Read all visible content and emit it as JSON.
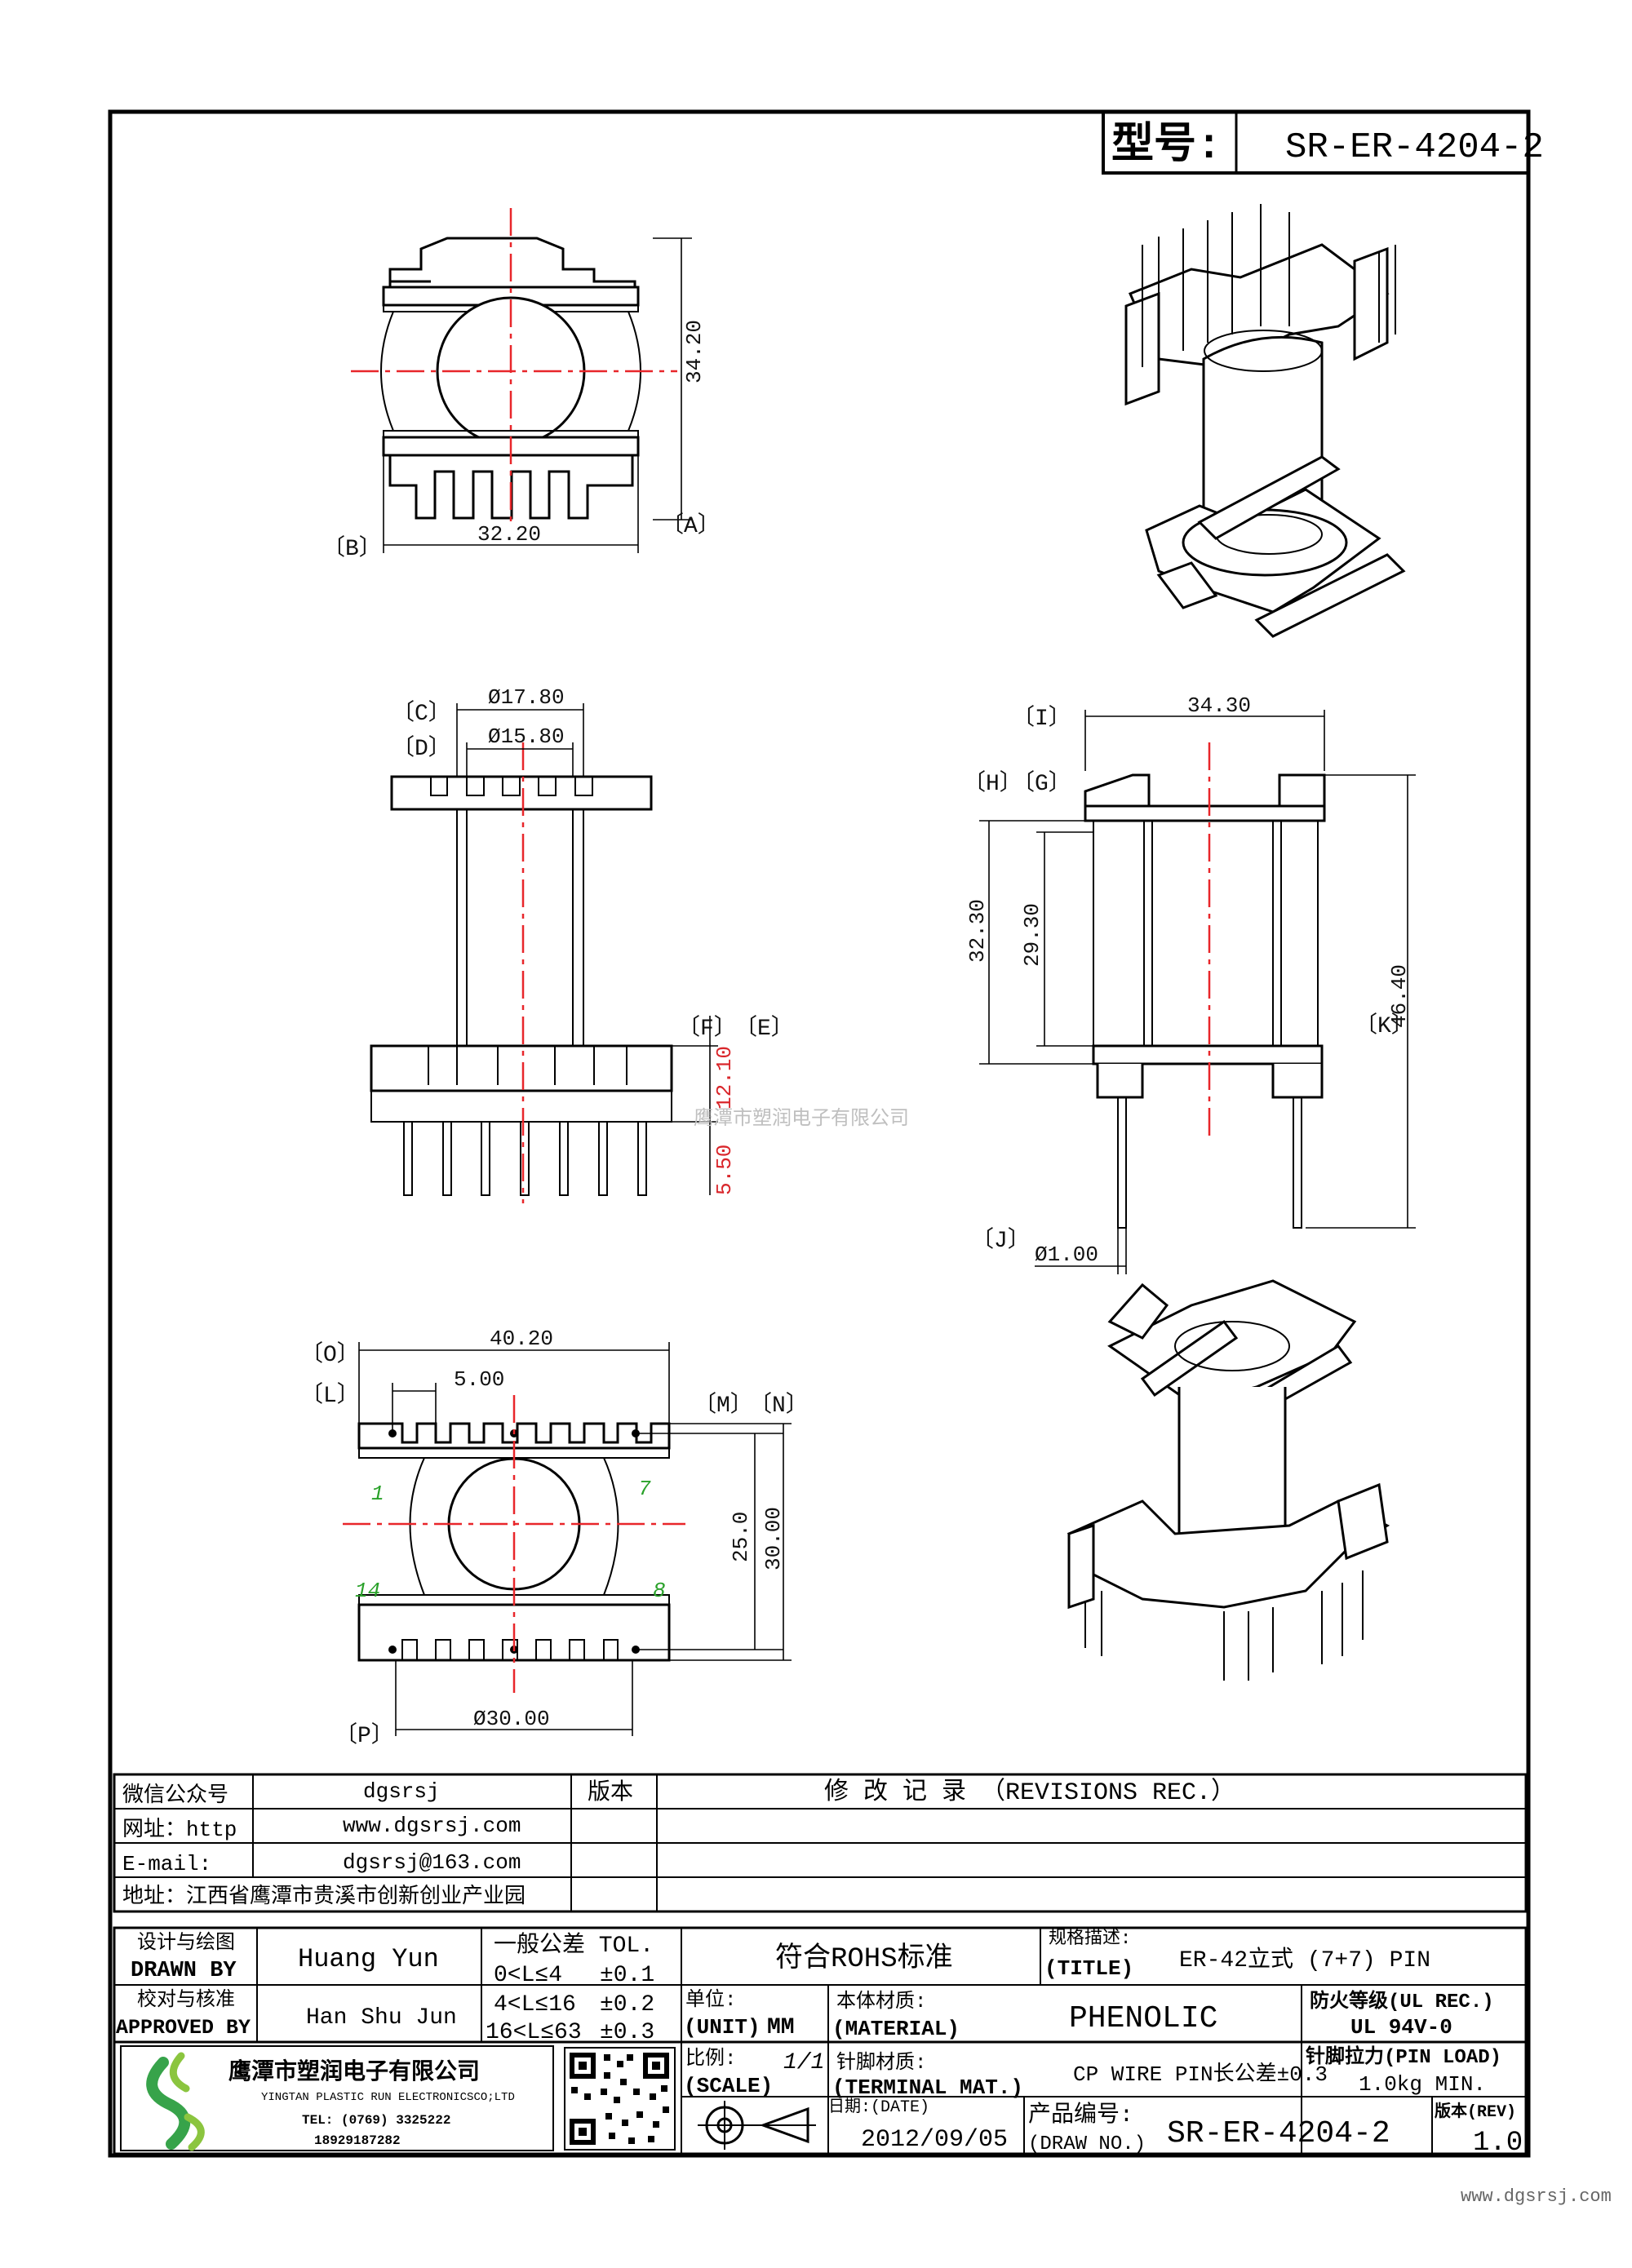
{
  "title_block": {
    "model_label": "型号:",
    "model_no": "SR-ER-4204-2",
    "watermark": "鹰潭市塑润电子有限公司",
    "footer_url": "www.dgsrsj.com"
  },
  "dims": {
    "a": "34.20",
    "b": "32.20",
    "c": "Ø17.80",
    "d": "Ø15.80",
    "e": "12.10",
    "f": "5.50",
    "i": "34.30",
    "h": "32.30",
    "g": "29.30",
    "k": "46.40",
    "j": "Ø1.00",
    "o": "40.20",
    "l": "5.00",
    "m": "25.0",
    "n": "30.00",
    "p": "Ø30.00"
  },
  "callouts": {
    "a": "〔A〕",
    "b": "〔B〕",
    "c": "〔C〕",
    "d": "〔D〕",
    "e": "〔E〕",
    "f": "〔F〕",
    "g": "〔G〕",
    "h": "〔H〕",
    "i": "〔I〕",
    "j": "〔J〕",
    "k": "〔K〕",
    "l": "〔L〕",
    "m": "〔M〕",
    "n": "〔N〕",
    "o": "〔O〕",
    "p": "〔P〕"
  },
  "pins": {
    "p1": "1",
    "p7": "7",
    "p14": "14",
    "p8": "8"
  },
  "info_table": {
    "wechat_label": "微信公众号",
    "wechat_value": "dgsrsj",
    "web_label": "网址：http",
    "web_value": "www.dgsrsj.com",
    "email_label": "E-mail:",
    "email_value": "dgsrsj@163.com",
    "address": "地址：江西省鹰潭市贵溪市创新创业产业园",
    "version_label": "版本",
    "revisions_title": "修 改 记 录 （REVISIONS REC.）"
  },
  "title_table": {
    "drawn_cn": "设计与绘图",
    "drawn_en": "DRAWN BY",
    "drawn_name": "Huang Yun",
    "approved_cn": "校对与核准",
    "approved_en": "APPROVED BY",
    "approved_name": "Han Shu Jun",
    "tol_title": "一般公差 TOL.",
    "tol_1_range": "0<L≤4",
    "tol_1_val": "±0.1",
    "tol_2_range": "4<L≤16",
    "tol_2_val": "±0.2",
    "tol_3_range": "16<L≤63",
    "tol_3_val": "±0.3",
    "rohs": "符合ROHS标准",
    "spec_cn": "规格描述:",
    "spec_en": "(TITLE)",
    "spec_value": "ER-42立式 (7+7) PIN",
    "unit_cn": "单位:",
    "unit_en": "(UNIT)",
    "unit_value": "MM",
    "material_cn": "本体材质:",
    "material_en": "(MATERIAL)",
    "material_value": "PHENOLIC",
    "fire_cn": "防火等级(UL REC.)",
    "fire_value": "UL 94V-0",
    "scale_cn": "比例:",
    "scale_en": "(SCALE)",
    "scale_value": "1/1",
    "terminal_cn": "针脚材质:",
    "terminal_en": "(TERMINAL MAT.)",
    "terminal_value": "CP WIRE  PIN长公差±0.3",
    "pinload_cn": "针脚拉力(PIN LOAD)",
    "pinload_value": "1.0kg MIN.",
    "date_cn": "日期:(DATE)",
    "date_value": "2012/09/05",
    "drawno_cn": "产品编号:",
    "drawno_en": "(DRAW NO.)",
    "drawno_value": "SR-ER-4204-2",
    "rev_cn": "版本(REV)",
    "rev_value": "1.0",
    "company_cn": "鹰潭市塑润电子有限公司",
    "company_en": "YINGTAN PLASTIC RUN ELECTRONICSCO;LTD",
    "tel": "TEL: (0769) 3325222",
    "mobile": "18929187282"
  }
}
